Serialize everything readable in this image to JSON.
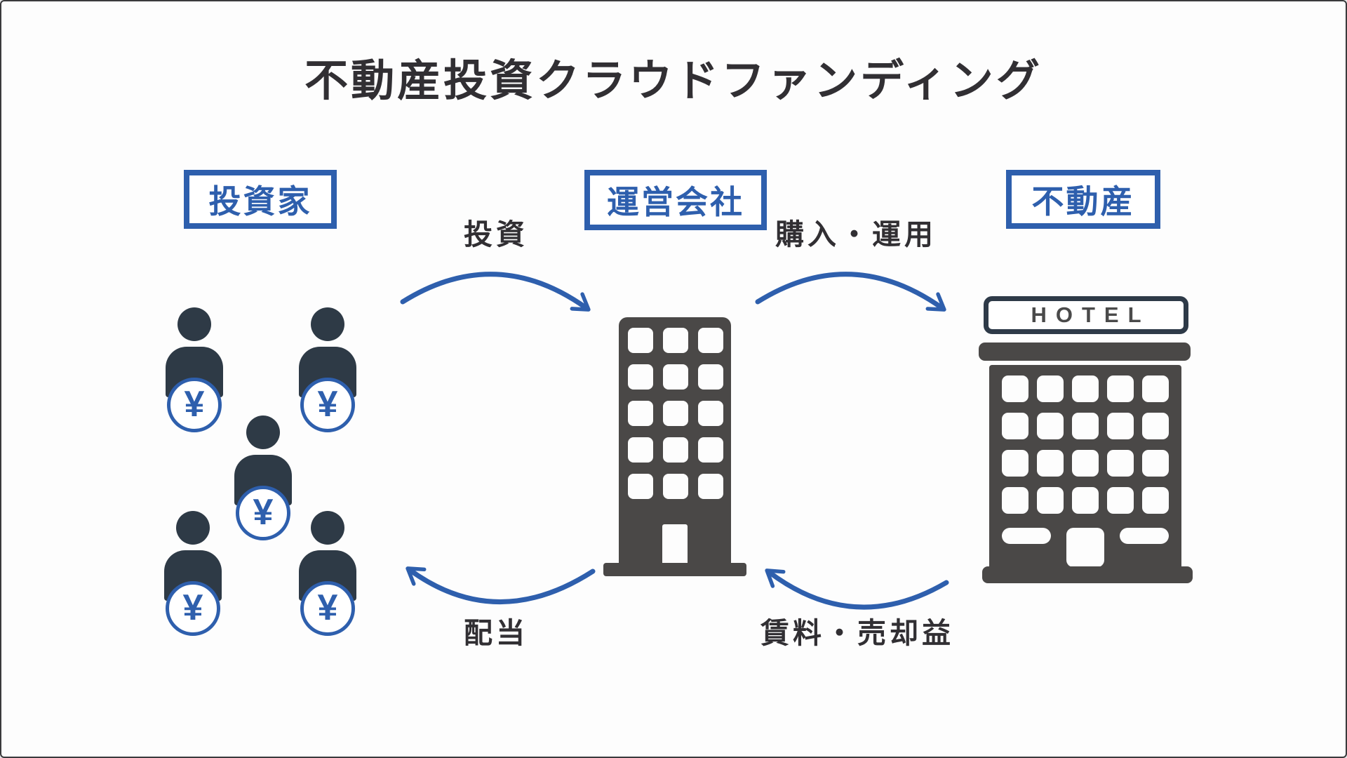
{
  "title": "不動産投資クラウドファンディング",
  "nodes": {
    "investors": {
      "label": "投資家"
    },
    "operator": {
      "label": "運営会社"
    },
    "property": {
      "label": "不動産",
      "sign_text": "HOTEL"
    }
  },
  "flows": {
    "invest": {
      "label": "投資",
      "from": "投資家",
      "to": "運営会社"
    },
    "purchase": {
      "label": "購入・運用",
      "from": "運営会社",
      "to": "不動産"
    },
    "dividend": {
      "label": "配当",
      "from": "運営会社",
      "to": "投資家"
    },
    "rent": {
      "label": "賃料・売却益",
      "from": "不動産",
      "to": "運営会社"
    }
  },
  "yen_symbol": "¥",
  "investor_count": 5,
  "colors": {
    "accent_blue": "#2e5fad",
    "ink_dark": "#312f33",
    "building_gray": "#4a4847",
    "person_slate": "#2e3a46",
    "background": "#fdfdfd"
  }
}
